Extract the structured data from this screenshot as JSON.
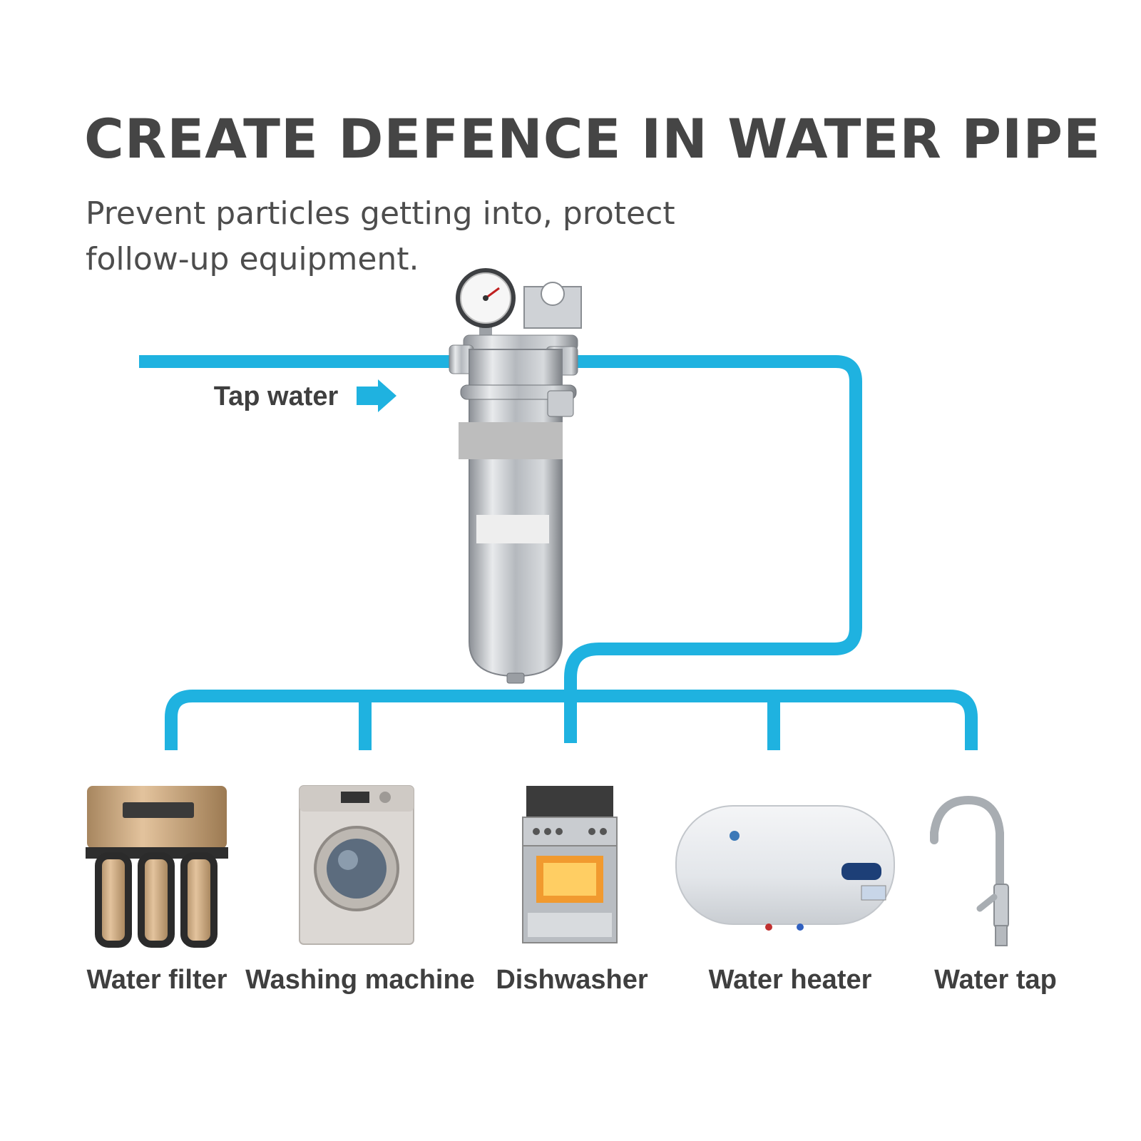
{
  "title": "CREATE DEFENCE IN WATER PIPE",
  "subtitle": {
    "line1": "Prevent particles getting into, protect",
    "line2": "follow-up equipment."
  },
  "inlet_label": "Tap water",
  "appliances": [
    {
      "label": "Water filter",
      "icon": "water-filter-icon"
    },
    {
      "label": "Washing machine",
      "icon": "washing-machine-icon"
    },
    {
      "label": "Dishwasher",
      "icon": "dishwasher-icon"
    },
    {
      "label": "Water heater",
      "icon": "water-heater-icon"
    },
    {
      "label": "Water tap",
      "icon": "water-tap-icon"
    }
  ],
  "colors": {
    "pipe": "#1fb2e0",
    "text": "#454545",
    "steel": "#b8bcc1"
  }
}
